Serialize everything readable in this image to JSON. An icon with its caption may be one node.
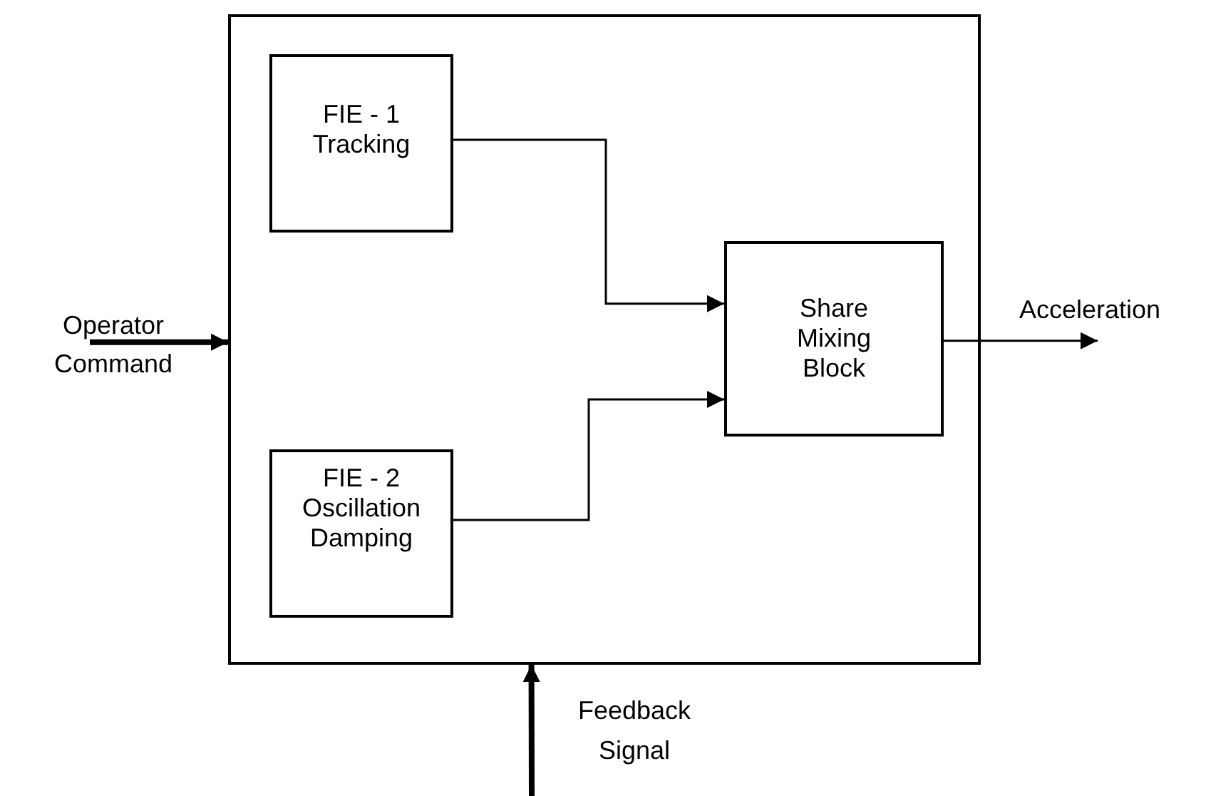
{
  "diagram": {
    "nodes": [
      {
        "text": [],
        "shape": "box"
      },
      {
        "text": [
          "FIE - 1 Tracking"
        ],
        "in": 0
      },
      {
        "text": [
          "FIE - 2 Oscillation Damping"
        ],
        "in": 0
      },
      {
        "text": [
          "Share Mixing Block"
        ],
        "in": 0
      }
    ],
    "edges": [
      {
        "from": 1,
        "to": 3,
        "arrow": "to"
      },
      {
        "from": 2,
        "to": 3,
        "arrow": "to"
      },
      {
        "from": null,
        "to": 0,
        "arrow": "to",
        "label": "Operator Command",
        "style": "thick"
      },
      {
        "from": null,
        "to": 0,
        "arrow": "to",
        "label": "Feedback Signal",
        "style": "thick"
      },
      {
        "from": 3,
        "to": null,
        "arrow": "to",
        "label": "Acceleration"
      }
    ]
  }
}
